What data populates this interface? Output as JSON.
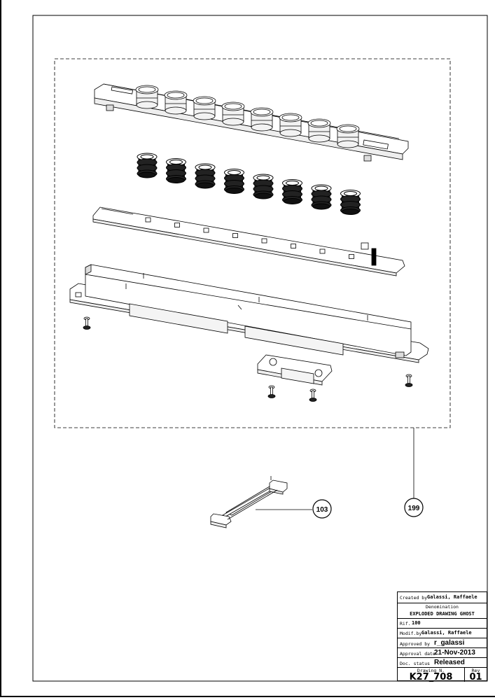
{
  "callouts": [
    {
      "id": "callout-103",
      "label": "103"
    },
    {
      "id": "callout-199",
      "label": "199"
    }
  ],
  "title_block": {
    "created_by_label": "Created by",
    "created_by_value": "Galassi, Raffaele",
    "denomination_label": "Denomination",
    "denomination_value": "EXPLODED DRAWING GHOST",
    "rif_label": "Rif.",
    "rif_value": "100",
    "modified_by_label": "Modif.by",
    "modified_by_value": "Galassi, Raffaele",
    "approved_by_label": "Approved by",
    "approved_by_value": "r_galassi",
    "approval_date_label": "Approval date",
    "approval_date_value": "21-Nov-2013",
    "doc_status_label": "Doc. status",
    "doc_status_value": "Released",
    "drawing_n_label": "Drawing N.",
    "drawing_n_value": "K27_708",
    "rev_label": "Rev",
    "rev_value": "01"
  }
}
